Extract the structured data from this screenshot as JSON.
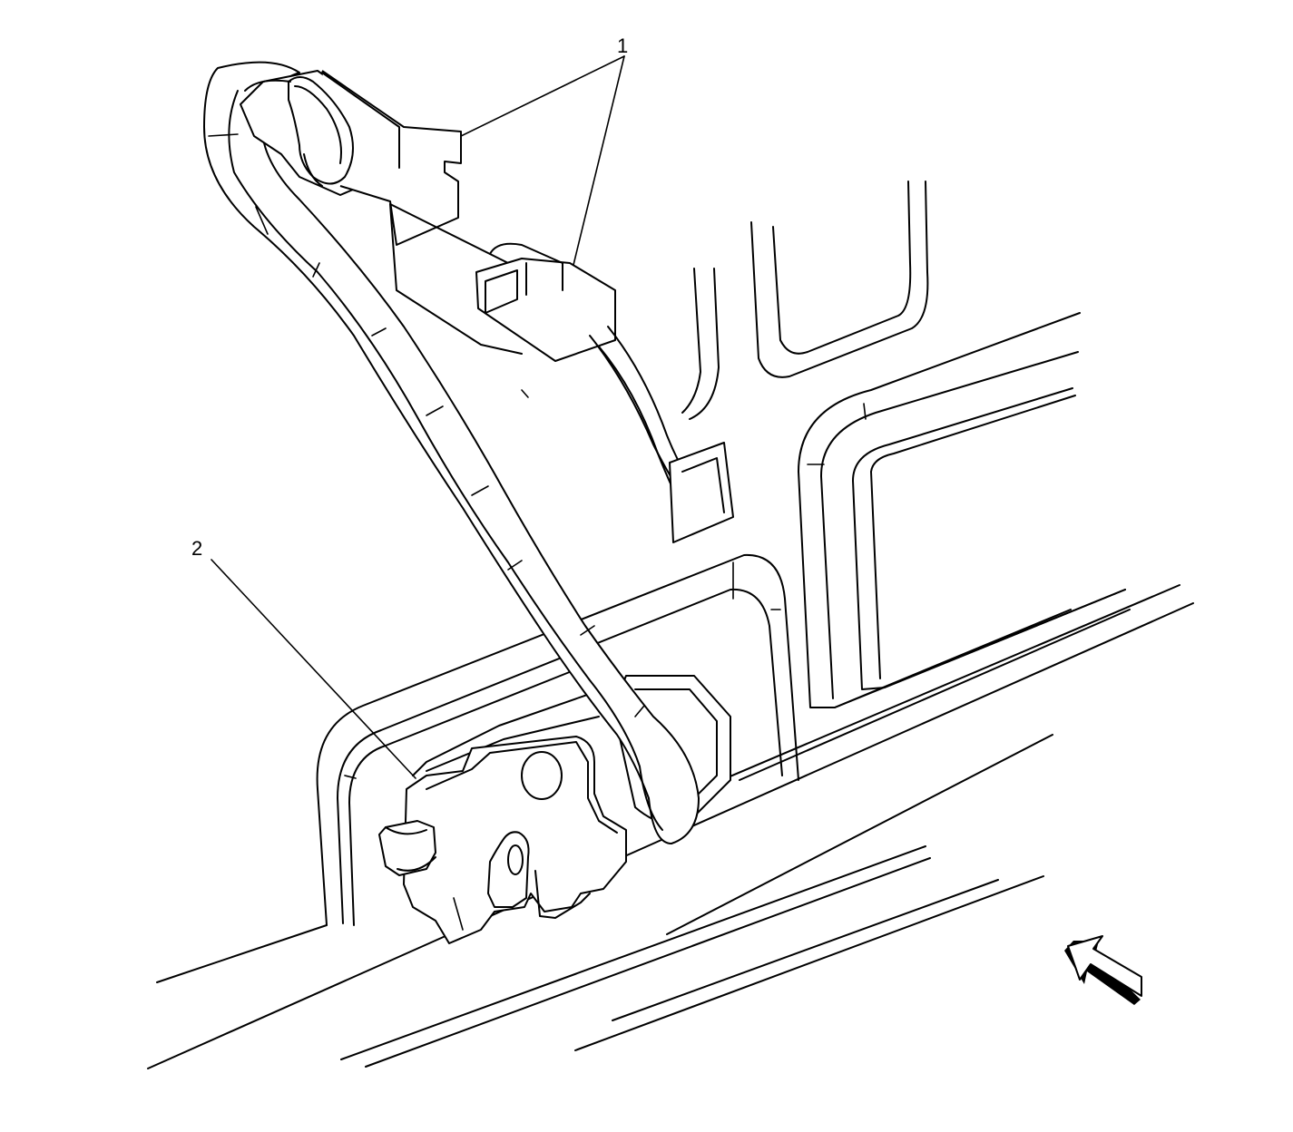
{
  "callouts": [
    {
      "id": "1",
      "label": "1"
    },
    {
      "id": "2",
      "label": "2"
    }
  ],
  "colors": {
    "line": "#000000",
    "background": "#ffffff",
    "arrow_fill": "#ffffff"
  },
  "icons": {
    "view_arrow": "view-direction-arrow-icon"
  }
}
